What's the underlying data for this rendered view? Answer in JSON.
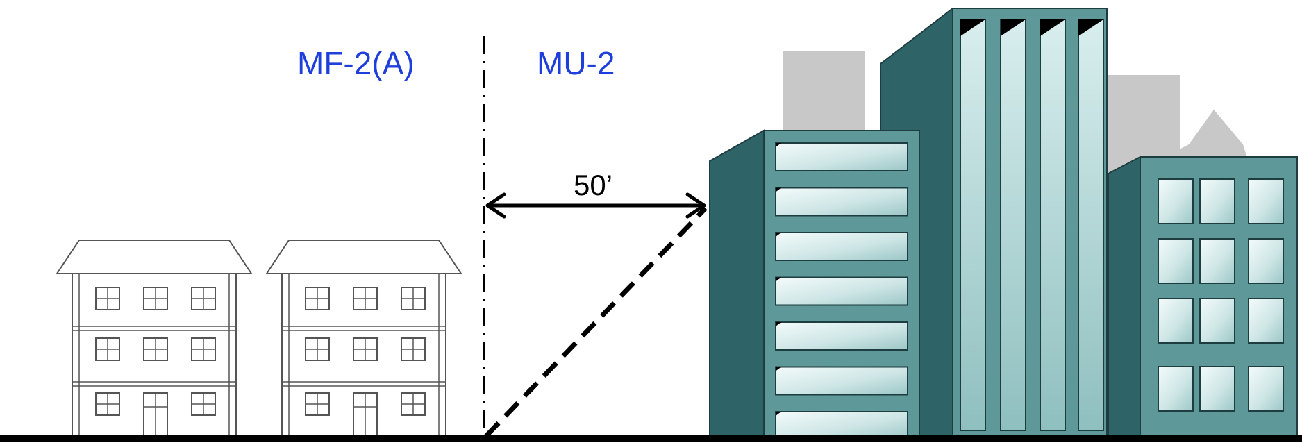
{
  "labels": {
    "zone_left": "MF-2(A)",
    "zone_right": "MU-2",
    "setback": "50’"
  },
  "colors": {
    "zone_label": "#1f3fdc",
    "tower_dark": "#2e6468",
    "tower_main": "#5f9898",
    "window_glass": "#d6ecec",
    "background_building": "#c8c8c8",
    "house_line": "#555555",
    "ground": "#000000"
  }
}
